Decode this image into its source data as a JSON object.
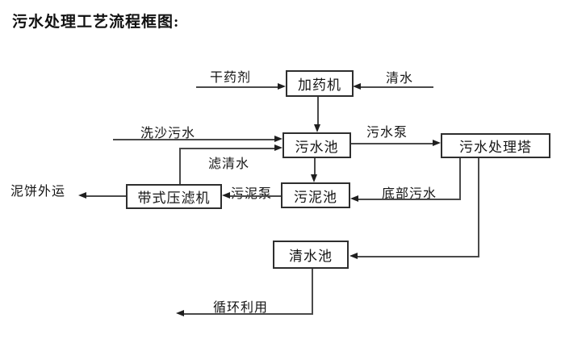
{
  "title": "污水处理工艺流程框图:",
  "diagram": {
    "type": "flowchart",
    "colors": {
      "line": "#4a4a4a",
      "box_border": "#2e2e2e",
      "text": "#151515",
      "background": "#ffffff"
    },
    "nodes": {
      "dosing_machine": "加药机",
      "sewage_pool": "污水池",
      "treatment_tower": "污水处理塔",
      "sludge_pool": "污泥池",
      "belt_filter_press": "带式压滤机",
      "clean_water_pool": "清水池"
    },
    "flow_labels": {
      "dry_chemical": "干药剂",
      "clean_water": "清水",
      "sand_washing_sewage": "洗沙污水",
      "filtered_water": "滤清水",
      "sewage_pump": "污水泵",
      "sludge_pump": "污泥泵",
      "bottom_sewage": "底部污水",
      "mud_cake_outbound": "泥饼外运",
      "recycle_use": "循环利用"
    },
    "edges": [
      {
        "from": "dry_chemical_source",
        "to": "dosing_machine",
        "label": "干药剂"
      },
      {
        "from": "clean_water_source",
        "to": "dosing_machine",
        "label": "清水"
      },
      {
        "from": "dosing_machine",
        "to": "sewage_pool",
        "label": ""
      },
      {
        "from": "sand_washing_sewage_source",
        "to": "sewage_pool",
        "label": "洗沙污水"
      },
      {
        "from": "belt_filter_press",
        "to": "sewage_pool",
        "label": "滤清水"
      },
      {
        "from": "sewage_pool",
        "to": "treatment_tower",
        "label": "污水泵"
      },
      {
        "from": "sewage_pool",
        "to": "sludge_pool",
        "label": ""
      },
      {
        "from": "treatment_tower",
        "to": "sludge_pool",
        "label": "底部污水"
      },
      {
        "from": "sludge_pool",
        "to": "belt_filter_press",
        "label": "污泥泵"
      },
      {
        "from": "belt_filter_press",
        "to": "mud_cake_outbound",
        "label": "泥饼外运"
      },
      {
        "from": "treatment_tower",
        "to": "clean_water_pool",
        "label": ""
      },
      {
        "from": "clean_water_pool",
        "to": "recycle_use",
        "label": "循环利用"
      }
    ]
  }
}
